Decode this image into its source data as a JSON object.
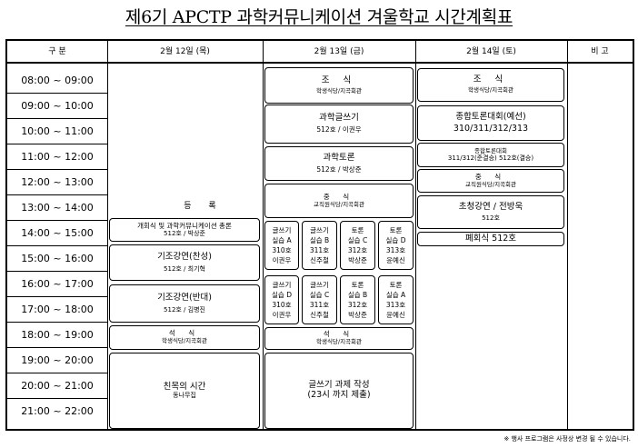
{
  "title": "제6기 APCTP 과학커뮤니케이션 겨울학교 시간계획표",
  "header": {
    "division": "구 분",
    "day1": "2월 12일 (목)",
    "day2": "2월 13일 (금)",
    "day3": "2월 14일 (토)",
    "remarks": "비 고"
  },
  "times": [
    "08:00 ~ 09:00",
    "09:00 ~ 10:00",
    "10:00 ~ 11:00",
    "11:00 ~ 12:00",
    "12:00 ~ 13:00",
    "13:00 ~ 14:00",
    "14:00 ~ 15:00",
    "15:00 ~ 16:00",
    "16:00 ~ 17:00",
    "17:00 ~ 18:00",
    "18:00 ~ 19:00",
    "19:00 ~ 20:00",
    "20:00 ~ 21:00",
    "21:00 ~ 22:00"
  ],
  "day1": {
    "registration": "등 록",
    "opening": {
      "title": "개회식 및 과학커뮤니케이션 총론",
      "sub": "512호 / 박상준"
    },
    "lecture_pro": {
      "title": "기조강연(찬성)",
      "sub": "512호 / 최기혁"
    },
    "lecture_con": {
      "title": "기조강연(반대)",
      "sub": "512호 / 김병진"
    },
    "dinner": {
      "title": "석 식",
      "sub": "학생식당/지곡회관"
    },
    "social": {
      "title": "친목의 시간",
      "sub": "동나무집"
    }
  },
  "day2": {
    "breakfast": {
      "title": "조 식",
      "sub": "학생식당/지곡회관"
    },
    "writing": {
      "title": "과학글쓰기",
      "sub": "512호 / 이권우"
    },
    "debate": {
      "title": "과학토론",
      "sub": "512호 / 박상준"
    },
    "lunch": {
      "title": "중 식",
      "sub": "교직원식당/지곡회관"
    },
    "practice1": [
      [
        "글쓰기",
        "실습 A",
        "310호",
        "이권우"
      ],
      [
        "글쓰기",
        "실습 B",
        "311호",
        "신주철"
      ],
      [
        "토론",
        "실습 C",
        "312호",
        "박상준"
      ],
      [
        "토론",
        "실습 D",
        "313호",
        "윤예신"
      ]
    ],
    "practice2": [
      [
        "글쓰기",
        "실습 D",
        "310호",
        "이권우"
      ],
      [
        "글쓰기",
        "실습 C",
        "311호",
        "신주철"
      ],
      [
        "토론",
        "실습 B",
        "312호",
        "박상준"
      ],
      [
        "토론",
        "실습 A",
        "313호",
        "윤예신"
      ]
    ],
    "dinner": {
      "title": "석 식",
      "sub": "학생식당/지곡회관"
    },
    "assignment": {
      "title": "글쓰기 과제 작성",
      "sub": "(23시 까지 제출)"
    }
  },
  "day3": {
    "breakfast": {
      "title": "조 식",
      "sub": "학생식당/지곡회관"
    },
    "competition": {
      "title": "종합토론대회(예선)",
      "sub": "310/311/312/313"
    },
    "final": {
      "title": "종합토론대회",
      "sub": "311/312(준결승) 512호(결승)"
    },
    "lunch": {
      "title": "중 식",
      "sub": "교직원식당/지곡회관"
    },
    "invited": {
      "title": "초청강연 / 전방욱",
      "sub": "512호"
    },
    "closing": {
      "title": "폐회식 512호"
    }
  },
  "note": "※ 행사 프로그램은 사정상 변경 될 수 있습니다."
}
